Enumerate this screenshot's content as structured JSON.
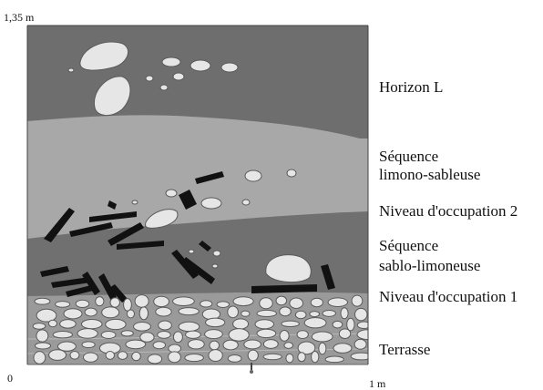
{
  "scale": {
    "top_label": "1,35 m",
    "origin_label": "0",
    "width_label": "1 m"
  },
  "layers": [
    {
      "id": "horizon-l",
      "label": "Horizon L",
      "color": "#6e6e6e"
    },
    {
      "id": "sequence-limono-sableuse",
      "label_line1": "Séquence",
      "label_line2": "limono-sableuse",
      "color": "#a8a8a8"
    },
    {
      "id": "niveau-occupation-2",
      "label": "Niveau d'occupation 2",
      "color": "#111111"
    },
    {
      "id": "sequence-sablo-limoneuse",
      "label_line1": "Séquence",
      "label_line2": "sablo-limoneuse",
      "color": "#707070"
    },
    {
      "id": "niveau-occupation-1",
      "label": "Niveau d'occupation 1",
      "color": "#111111"
    },
    {
      "id": "terrasse",
      "label": "Terrasse",
      "color": "#9a9a9a"
    }
  ],
  "colors": {
    "stone_fill": "#e6e6e6",
    "stone_stroke": "#5a5a5a",
    "charcoal": "#111111"
  }
}
